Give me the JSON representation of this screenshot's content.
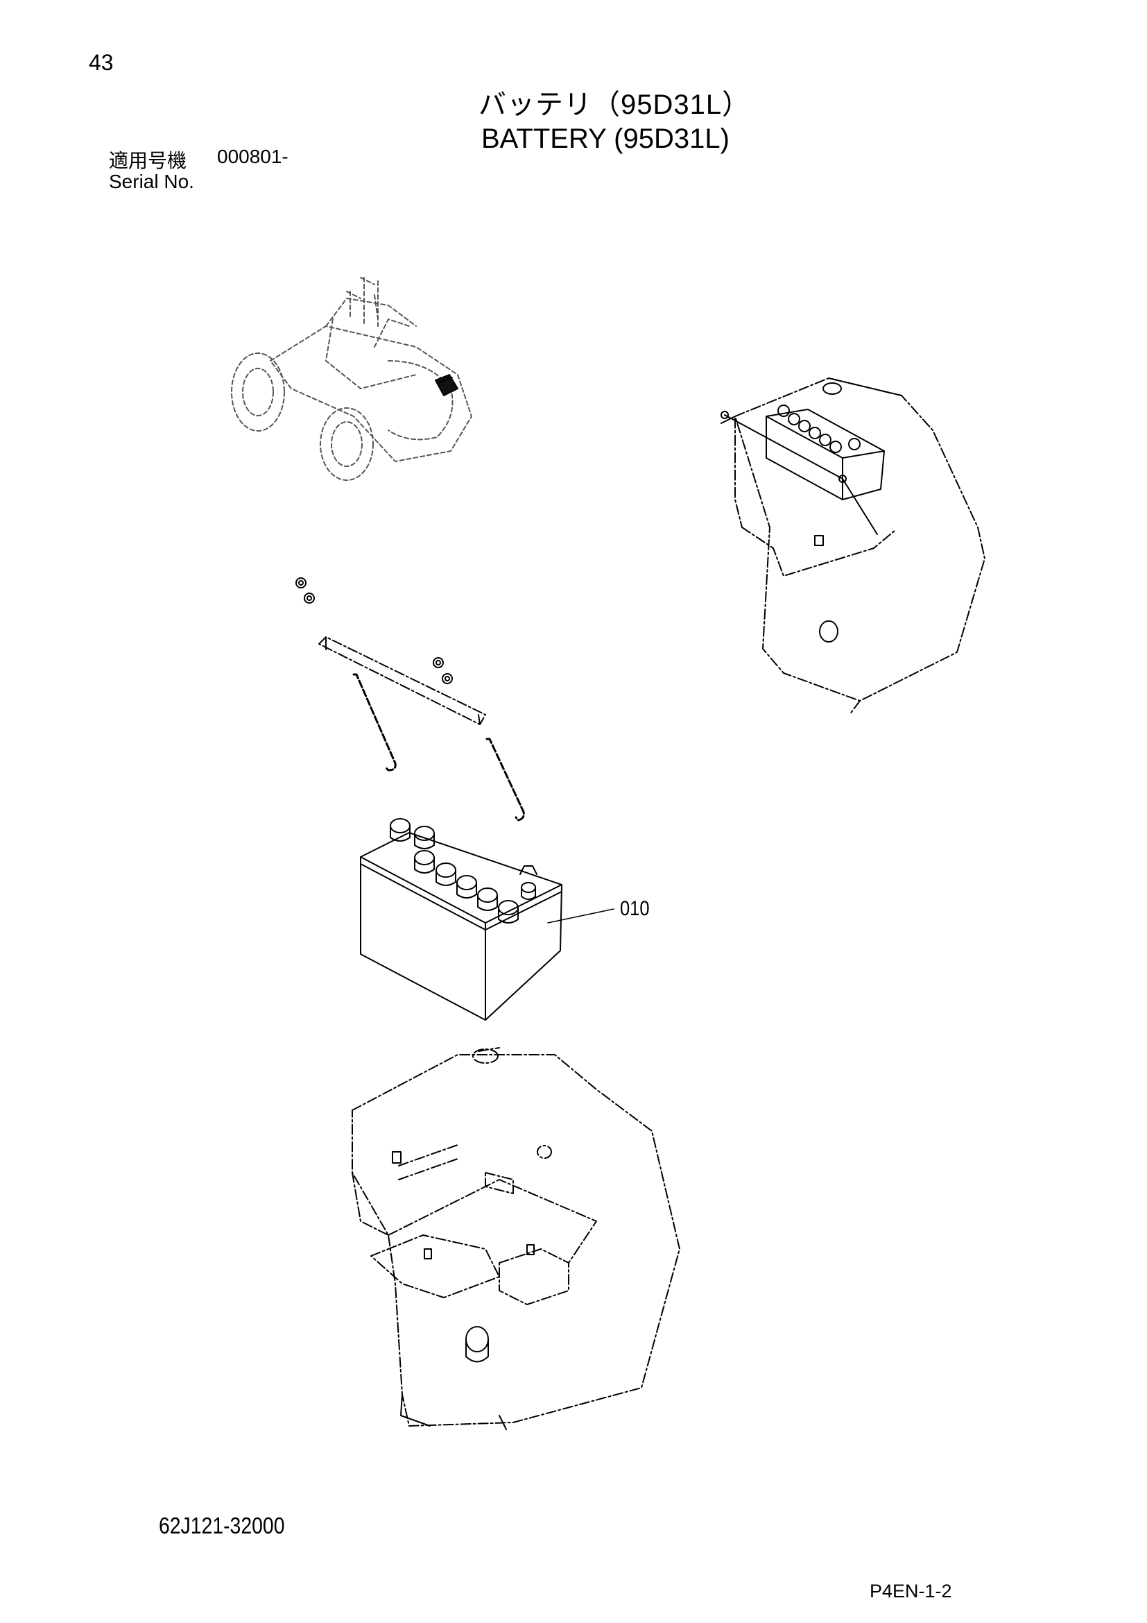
{
  "page": {
    "number": "43",
    "title_jp": "バッテリ（95D31L）",
    "title_en": "BATTERY (95D31L)",
    "serial_label_jp": "適用号機",
    "serial_value": "000801-",
    "serial_label_en": "Serial No.",
    "drawing_number": "62J121-32000",
    "page_code": "P4EN-1-2"
  },
  "callouts": [
    {
      "label": "010"
    }
  ]
}
